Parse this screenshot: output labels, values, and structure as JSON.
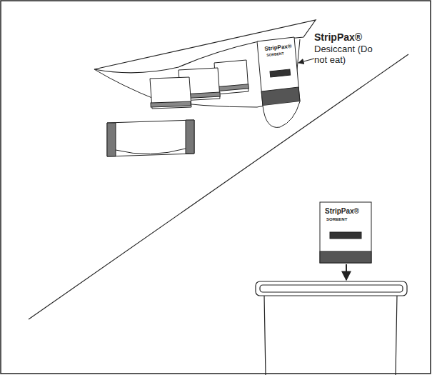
{
  "diagram": {
    "labels": [
      "StripPax®",
      "Desiccant (Do not eat)",
      "StripPax®",
      "SORBENT",
      "StripPax®",
      "SORBENT"
    ]
  }
}
